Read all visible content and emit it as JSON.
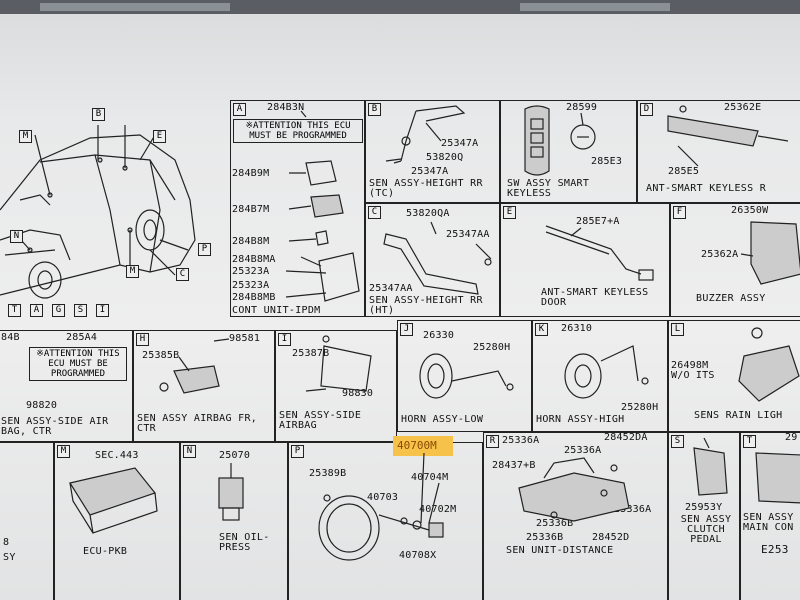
{
  "diagram": {
    "main_view": {
      "callouts": [
        "M",
        "B",
        "E",
        "N",
        "P",
        "C",
        "M",
        "T",
        "A",
        "G",
        "S",
        "I"
      ]
    },
    "sections": [
      {
        "id": "A",
        "parts": [
          "284B3N",
          "284B9M",
          "284B7M",
          "284B8M",
          "284B8MA",
          "25323A",
          "25323A",
          "284B8MB"
        ],
        "note": "※ATTENTION THIS ECU MUST BE PROGRAMMED",
        "caption": "CONT UNIT-IPDM"
      },
      {
        "id": "B",
        "parts": [
          "25347A",
          "53820Q",
          "25347A"
        ],
        "caption": "SEN ASSY-HEIGHT RR (TC)"
      },
      {
        "id": "",
        "parts": [
          "28599",
          "285E3"
        ],
        "caption": "SW ASSY SMART KEYLESS"
      },
      {
        "id": "D",
        "parts": [
          "25362E",
          "285E5"
        ],
        "caption": "ANT-SMART KEYLESS R"
      },
      {
        "id": "C",
        "parts": [
          "53820QA",
          "25347AA",
          "25347AA"
        ],
        "caption": "SEN ASSY-HEIGHT RR (HT)"
      },
      {
        "id": "E",
        "parts": [
          "285E7+A"
        ],
        "caption": "ANT-SMART KEYLESS DOOR"
      },
      {
        "id": "F",
        "parts": [
          "26350W",
          "25362A"
        ],
        "caption": "BUZZER ASSY"
      },
      {
        "id": "",
        "parts": [
          "285A4",
          "98820"
        ],
        "note": "※ATTENTION THIS ECU MUST BE PROGRAMMED",
        "caption": "SEN ASSY-SIDE AIR BAG, CTR",
        "edge": "84B"
      },
      {
        "id": "H",
        "parts": [
          "98581",
          "25385B"
        ],
        "caption": "SEN ASSY AIRBAG FR, CTR"
      },
      {
        "id": "I",
        "parts": [
          "25387B",
          "98830"
        ],
        "caption": "SEN ASSY-SIDE AIRBAG"
      },
      {
        "id": "J",
        "parts": [
          "26330",
          "25280H"
        ],
        "caption": "HORN ASSY-LOW"
      },
      {
        "id": "K",
        "parts": [
          "26310",
          "25280H"
        ],
        "caption": "HORN ASSY-HIGH"
      },
      {
        "id": "L",
        "parts": [
          "26498M",
          "W/O ITS"
        ],
        "caption": "SENS RAIN LIGH"
      },
      {
        "id": "M",
        "parts": [
          "SEC.443"
        ],
        "caption": "ECU-PKB"
      },
      {
        "id": "N",
        "parts": [
          "25070"
        ],
        "caption": "SEN OIL-PRESS"
      },
      {
        "id": "P",
        "parts": [
          "40700M",
          "25389B",
          "40704M",
          "40703",
          "40702M",
          "40708X"
        ],
        "caption": ""
      },
      {
        "id": "R",
        "parts": [
          "25336A",
          "28452DA",
          "28437+B",
          "25336A",
          "25336A",
          "25336B",
          "25336B",
          "28452D"
        ],
        "caption": "SEN UNIT-DISTANCE"
      },
      {
        "id": "S",
        "parts": [
          "25953Y"
        ],
        "caption": "SEN ASSY CLUTCH PEDAL"
      },
      {
        "id": "T",
        "parts": [
          "29"
        ],
        "caption": "SEN ASSY MAIN CON",
        "extra": "E253"
      }
    ],
    "left_edge": {
      "caption": "SY",
      "partial": "8"
    },
    "highlight_color": "#f7c24a"
  }
}
